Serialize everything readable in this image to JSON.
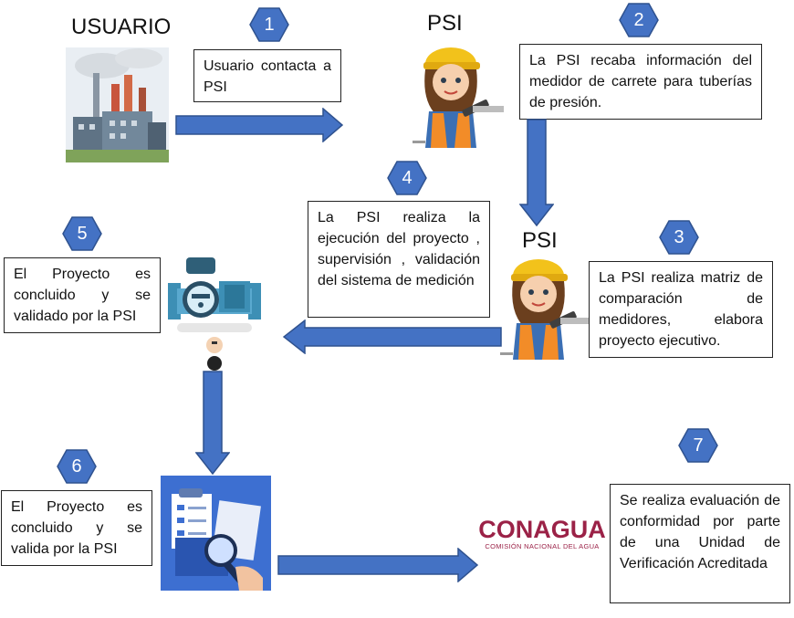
{
  "labels": {
    "usuario": "USUARIO",
    "psi_top": "PSI",
    "psi_mid": "PSI"
  },
  "steps": [
    {
      "number": "1",
      "text": "Usuario contacta a PSI"
    },
    {
      "number": "2",
      "text": "La PSI recaba información del medidor de carrete para tuberías de presión."
    },
    {
      "number": "3",
      "text": "La PSI realiza matriz de comparación de medidores, elabora proyecto ejecutivo."
    },
    {
      "number": "4",
      "text": "La PSI realiza la ejecución del proyecto , supervisión , validación del sistema de medición"
    },
    {
      "number": "5",
      "text": "El Proyecto es concluido y se validado por la PSI"
    },
    {
      "number": "6",
      "text": "El Proyecto es concluido y se valida por la PSI"
    },
    {
      "number": "7",
      "text": "Se realiza evaluación de conformidad por parte de una Unidad de Verificación Acreditada"
    }
  ],
  "logo": {
    "name": "CONAGUA",
    "subtitle": "COMISIÓN NACIONAL DEL AGUA"
  },
  "colors": {
    "arrow_fill": "#4472c4",
    "arrow_stroke": "#2f528f",
    "badge_fill": "#4472c4",
    "logo": "#9b2247"
  },
  "icons": {
    "usuario": "factory-icon",
    "psi": "engineer-woman-icon",
    "meter": "water-meter-icon",
    "documents": "documents-review-icon"
  }
}
